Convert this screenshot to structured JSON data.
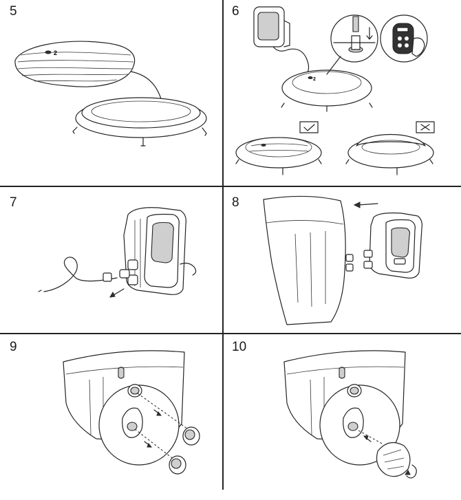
{
  "steps": [
    {
      "number": "5"
    },
    {
      "number": "6"
    },
    {
      "number": "7"
    },
    {
      "number": "8"
    },
    {
      "number": "9"
    },
    {
      "number": "10"
    }
  ],
  "labels": {
    "valve_marker_step5": "2",
    "valve_marker_step6": "2"
  },
  "check_marks": {
    "correct_symbol": "✓",
    "wrong_symbol": "✕"
  }
}
